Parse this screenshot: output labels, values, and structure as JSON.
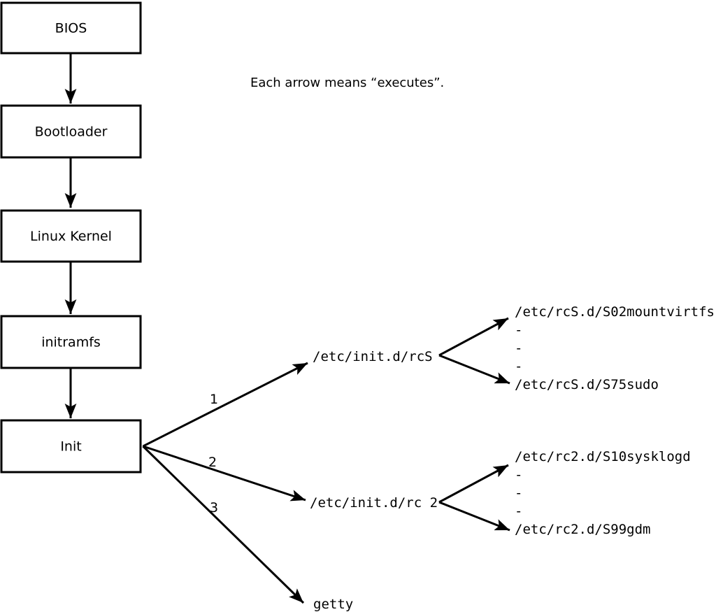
{
  "annotation": "Each arrow means “executes”.",
  "boot_chain": {
    "nodes": [
      {
        "label": "BIOS"
      },
      {
        "label": "Bootloader"
      },
      {
        "label": "Linux Kernel"
      },
      {
        "label": "initramfs"
      },
      {
        "label": "Init"
      }
    ]
  },
  "init_branches": [
    {
      "order": "1",
      "target": "/etc/init.d/rcS",
      "scripts": [
        "/etc/rcS.d/S02mountvirtfs",
        "-",
        "-",
        "-",
        "/etc/rcS.d/S75sudo"
      ]
    },
    {
      "order": "2",
      "target": "/etc/init.d/rc 2",
      "scripts": [
        "/etc/rc2.d/S10sysklogd",
        "-",
        "-",
        "-",
        "/etc/rc2.d/S99gdm"
      ]
    },
    {
      "order": "3",
      "target": "getty",
      "scripts": []
    }
  ],
  "colors": {
    "background": "#ffffff",
    "line": "#000000",
    "box_fill": "#ffffff",
    "text": "#000000"
  }
}
